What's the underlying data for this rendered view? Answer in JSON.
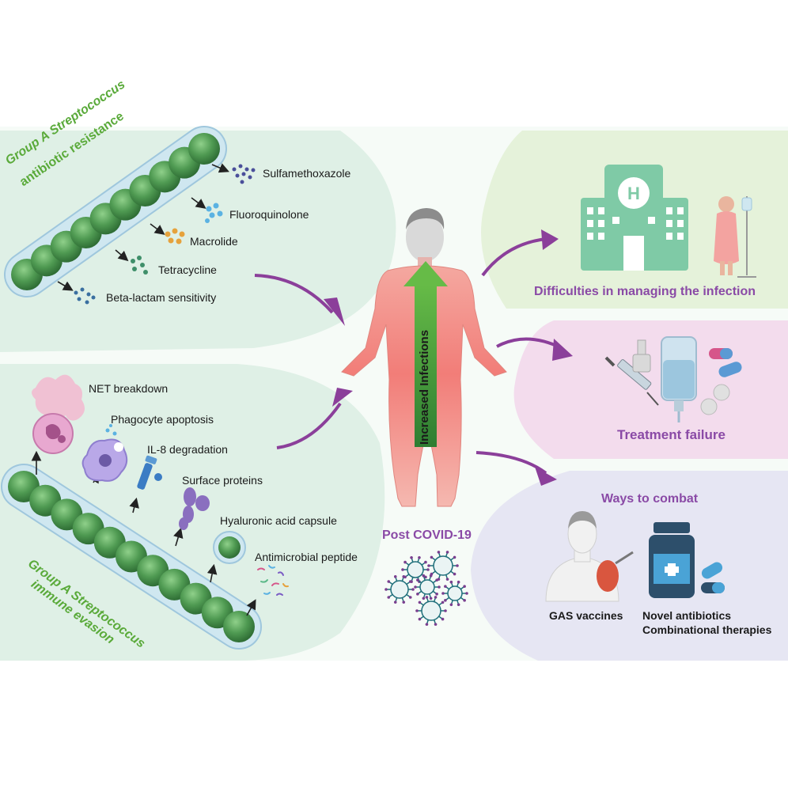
{
  "resistance": {
    "title_line1": "Group A Streptococcus",
    "title_line2": "antibiotic resistance",
    "drugs": [
      "Sulfamethoxazole",
      "Fluoroquinolone",
      "Macrolide",
      "Tetracycline",
      "Beta-lactam sensitivity"
    ]
  },
  "evasion": {
    "title_line1": "Group A Streptococcus",
    "title_line2": "immune evasion",
    "mechanisms": [
      "NET breakdown",
      "Phagocyte apoptosis",
      "IL-8 degradation",
      "Surface proteins",
      "Hyaluronic acid capsule",
      "Antimicrobial peptide"
    ]
  },
  "center": {
    "arrow_label": "Increased Infections",
    "post_covid": "Post COVID-19"
  },
  "outcomes": {
    "difficulties": "Difficulties in managing the infection",
    "treatment_failure": "Treatment failure",
    "combat_title": "Ways to combat",
    "gas_vaccines": "GAS vaccines",
    "novel_antibiotics": "Novel antibiotics",
    "combinational": "Combinational therapies",
    "hospital_letter": "H"
  },
  "colors": {
    "green_title": "#5aaa3a",
    "purple_title": "#8a4aa6",
    "arrow": "#8b3f9a",
    "hospital": "#7fcaa6",
    "bacteria": "#4f9a52"
  }
}
